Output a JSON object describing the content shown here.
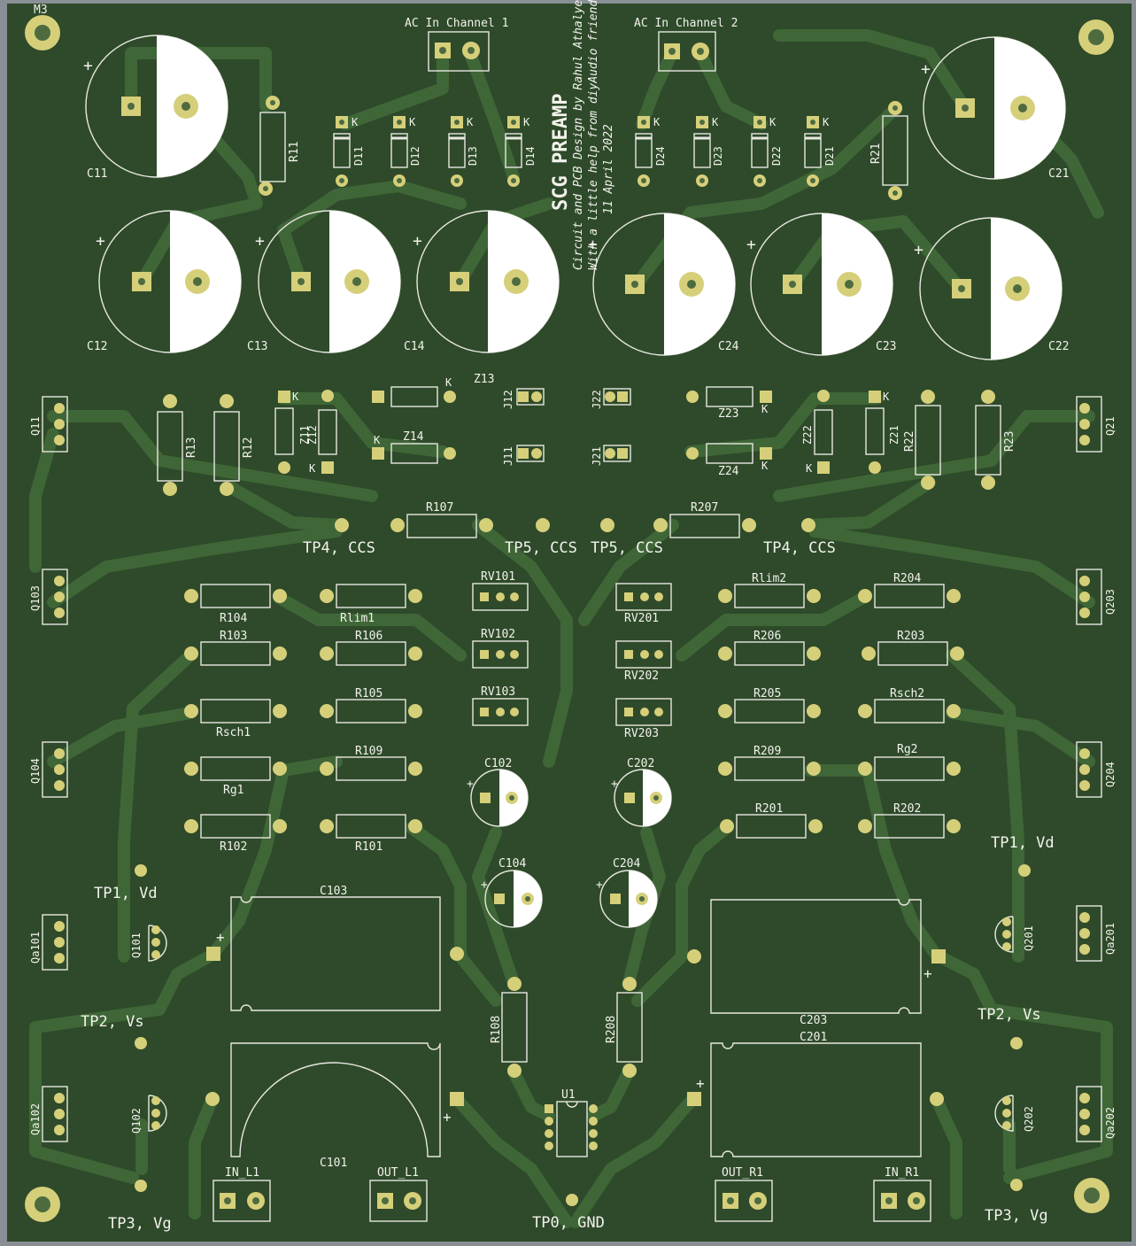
{
  "board": {
    "title": "SCG PREAMP",
    "credits": [
      "Circuit and PCB Design by Rahul Athalye",
      "With a little help from diyAudio friends!",
      "11 April 2022"
    ],
    "colors": {
      "board": "#2e4a2a",
      "trace": "#3f6637",
      "pad": "#d6cf7a",
      "silk": "#f2f2ec",
      "edge": "#8a8f96"
    }
  },
  "connectors": {
    "ac1": "AC In Channel 1",
    "ac2": "AC In Channel 2",
    "in_l": "IN_L1",
    "out_l": "OUT_L1",
    "out_r": "OUT_R1",
    "in_r": "IN_R1"
  },
  "mount": {
    "m3": "M3"
  },
  "test_points": {
    "tp4_l": "TP4, CCS",
    "tp5_l": "TP5, CCS",
    "tp5_r": "TP5, CCS",
    "tp4_r": "TP4, CCS",
    "tp1_l": "TP1, Vd",
    "tp2_l": "TP2, Vs",
    "tp3_l": "TP3, Vg",
    "tp1_r": "TP1, Vd",
    "tp2_r": "TP2, Vs",
    "tp3_r": "TP3, Vg",
    "tp0": "TP0, GND"
  },
  "caps_big": {
    "c11": "C11",
    "c21": "C21",
    "c12": "C12",
    "c13": "C13",
    "c14": "C14",
    "c24": "C24",
    "c23": "C23",
    "c22": "C22"
  },
  "diodes": {
    "d11": "D11",
    "d12": "D12",
    "d13": "D13",
    "d14": "D14",
    "d24": "D24",
    "d23": "D23",
    "d22": "D22",
    "d21": "D21",
    "k": "K"
  },
  "zeners": {
    "z11": "Z11",
    "z12": "Z12",
    "z13": "Z13",
    "z14": "Z14",
    "z21": "Z21",
    "z22": "Z22",
    "z23": "Z23",
    "z24": "Z24"
  },
  "jumpers": {
    "j11": "J11",
    "j12": "J12",
    "j21": "J21",
    "j22": "J22"
  },
  "transistors": {
    "q11": "Q11",
    "q21": "Q21",
    "q103": "Q103",
    "q104": "Q104",
    "q203": "Q203",
    "q204": "Q204",
    "qa101": "Qa101",
    "qa102": "Qa102",
    "qa201": "Qa201",
    "qa202": "Qa202",
    "q101": "Q101",
    "q102": "Q102",
    "q201": "Q201",
    "q202": "Q202"
  },
  "resistors": {
    "r11": "R11",
    "r21": "R21",
    "r12": "R12",
    "r13": "R13",
    "r22": "R22",
    "r23": "R23",
    "r107": "R107",
    "r207": "R207",
    "r104": "R104",
    "rlim1": "Rlim1",
    "r103": "R103",
    "r106": "R106",
    "rsch1": "Rsch1",
    "r105": "R105",
    "rg1": "Rg1",
    "r109": "R109",
    "r102": "R102",
    "r101": "R101",
    "rlim2": "Rlim2",
    "r204": "R204",
    "r206": "R206",
    "r203": "R203",
    "r205": "R205",
    "rsch2": "Rsch2",
    "r209": "R209",
    "rg2": "Rg2",
    "r201": "R201",
    "r202": "R202",
    "r108": "R108",
    "r208": "R208"
  },
  "trimmers": {
    "rv101": "RV101",
    "rv102": "RV102",
    "rv103": "RV103",
    "rv201": "RV201",
    "rv202": "RV202",
    "rv203": "RV203"
  },
  "caps_small": {
    "c102": "C102",
    "c202": "C202",
    "c104": "C104",
    "c204": "C204"
  },
  "film_caps": {
    "c103": "C103",
    "c101": "C101",
    "c203": "C203",
    "c201": "C201"
  },
  "ic": {
    "u1": "U1"
  },
  "plus": "+"
}
